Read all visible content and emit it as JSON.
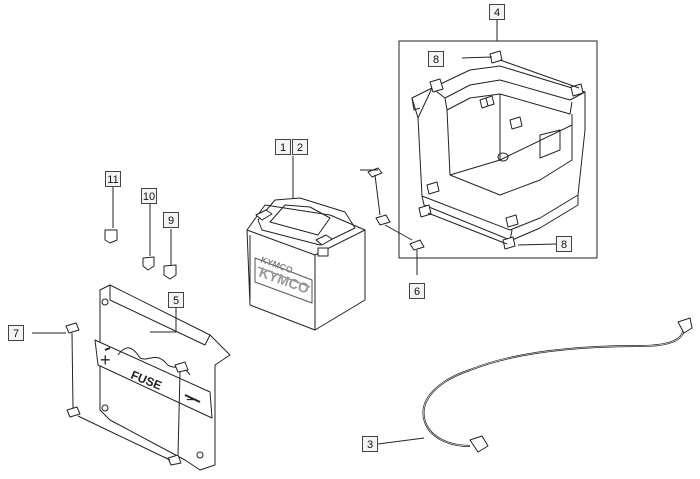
{
  "diagram": {
    "callouts": {
      "c1": "1",
      "c2": "2",
      "c3": "3",
      "c4": "4",
      "c5": "5",
      "c6": "6",
      "c7": "7",
      "c8a": "8",
      "c8b": "8",
      "c9": "9",
      "c10": "10",
      "c11": "11"
    },
    "battery_brand": "KYMCO",
    "battery_brand_top": "KYMCO",
    "fuse_label": "FUSE",
    "plus_sign": "+",
    "minus_sign": "−"
  }
}
